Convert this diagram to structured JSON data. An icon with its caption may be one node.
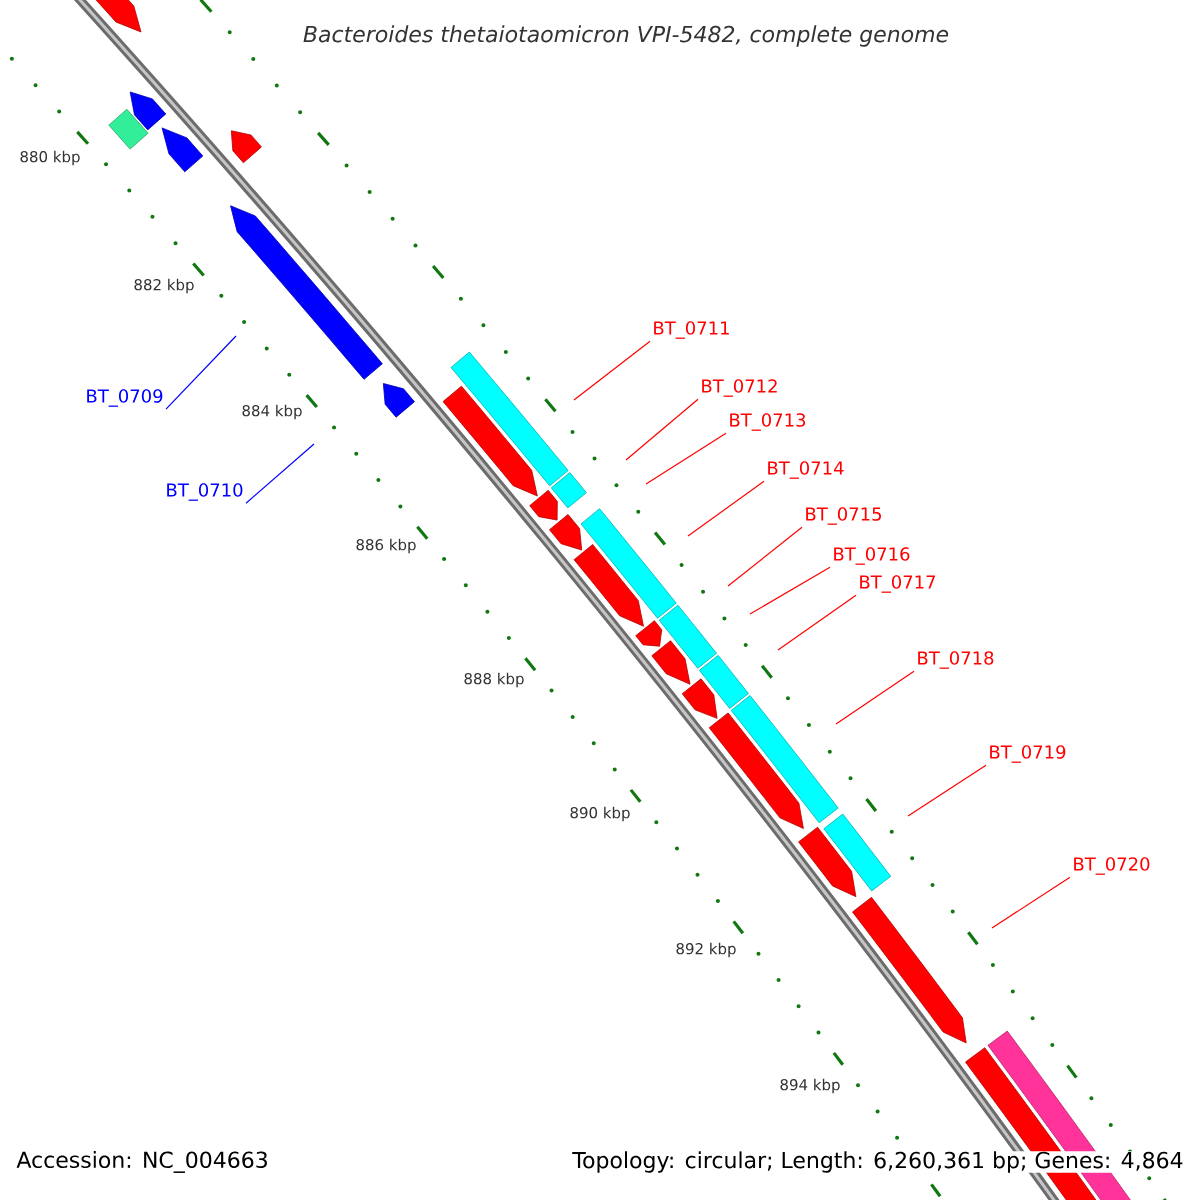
{
  "diagram": {
    "title": "Bacteroides thetaiotaomicron VPI-5482, complete genome",
    "nodes": [
      {
        "text": [
          "BT_0709"
        ]
      },
      {
        "text": [
          "BT_0710"
        ]
      },
      {
        "text": [
          "BT_0711"
        ]
      },
      {
        "text": [
          "BT_0712"
        ]
      },
      {
        "text": [
          "BT_0713"
        ]
      },
      {
        "text": [
          "BT_0714"
        ]
      },
      {
        "text": [
          "BT_0715"
        ]
      },
      {
        "text": [
          "BT_0716"
        ]
      },
      {
        "text": [
          "BT_0717"
        ]
      },
      {
        "text": [
          "BT_0718"
        ]
      },
      {
        "text": [
          "BT_0719"
        ]
      },
      {
        "text": [
          "BT_0720"
        ]
      }
    ],
    "edges": [
      {
        "from": 0,
        "to": null,
        "arrow": "none",
        "color": "#0000ff"
      },
      {
        "from": 1,
        "to": null,
        "arrow": "none",
        "color": "#0000ff"
      },
      {
        "from": 2,
        "to": null,
        "arrow": "none"
      },
      {
        "from": 3,
        "to": null,
        "arrow": "none"
      },
      {
        "from": 4,
        "to": null,
        "arrow": "none"
      },
      {
        "from": 5,
        "to": null,
        "arrow": "none"
      },
      {
        "from": 6,
        "to": null,
        "arrow": "none"
      },
      {
        "from": 7,
        "to": null,
        "arrow": "none"
      },
      {
        "from": 8,
        "to": null,
        "arrow": "none"
      },
      {
        "from": 9,
        "to": null,
        "arrow": "none"
      },
      {
        "from": 10,
        "to": null,
        "arrow": "none"
      },
      {
        "from": 11,
        "to": null,
        "arrow": "none"
      }
    ],
    "labels": [
      "880 kbp",
      "882 kbp",
      "884 kbp",
      "886 kbp",
      "888 kbp",
      "890 kbp",
      "892 kbp",
      "894 kbp",
      "Accession: NC_004663",
      "Topology: circular; Length: 6,260,361 bp; Genes: 4,864"
    ]
  }
}
